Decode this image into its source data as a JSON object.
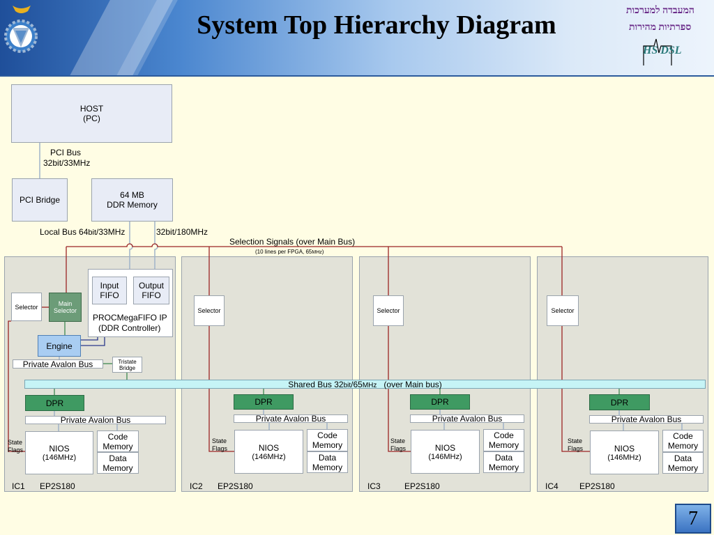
{
  "slide": {
    "title": "System Top Hierarchy Diagram",
    "page_number": "7",
    "lab_logo_lines": [
      "המעבדה למערכות",
      "ספרתיות מהירות",
      "HS DSL"
    ]
  },
  "host": {
    "line1": "HOST",
    "line2": "(PC)"
  },
  "pci_bus": {
    "line1": "PCI Bus",
    "line2": "32bit/33MHz"
  },
  "pci_bridge": "PCI Bridge",
  "ddr_memory": {
    "line1": "64 MB",
    "line2": "DDR Memory"
  },
  "local_bus": {
    "prefix": "Local Bus 64",
    "bit": "bit",
    "suffix": "/33MHz"
  },
  "ddr_bus": "32bit/180MHz",
  "selection_signals": {
    "label": "Selection Signals (over Main Bus)",
    "sub": "(10 lines per FPGA, 65",
    "sub_unit": "MHz",
    "sub_end": ")"
  },
  "fifo": {
    "input": {
      "line1": "Input",
      "line2": "FIFO"
    },
    "output": {
      "line1": "Output",
      "line2": "FIFO"
    },
    "ip": {
      "line1": "PROCMegaFIFO IP",
      "line2": "(DDR Controller)"
    }
  },
  "main_selector": {
    "line1": "Main",
    "line2": "Selector"
  },
  "engine": "Engine",
  "tristate_bridge": {
    "line1": "Tristate",
    "line2": "Bridge"
  },
  "shared_bus": {
    "label": "Shared Bus 32",
    "bit": "bit",
    "freq": "/65",
    "unit": "MHz",
    "suffix": "   (over Main bus)"
  },
  "ics": [
    {
      "id": "IC1",
      "chip": "EP2S180",
      "selector": "Selector",
      "private_bus": "Private Avalon Bus",
      "dpr": "DPR",
      "state_flags": {
        "line1": "State",
        "line2": "Flags"
      },
      "nios": {
        "name": "NIOS",
        "freq": "(146MHz)"
      },
      "code_memory": {
        "line1": "Code",
        "line2": "Memory"
      },
      "data_memory": {
        "line1": "Data",
        "line2": "Memory"
      }
    },
    {
      "id": "IC2",
      "chip": "EP2S180",
      "selector": "Selector",
      "private_bus": "Private Avalon Bus",
      "dpr": "DPR",
      "state_flags": {
        "line1": "State",
        "line2": "Flags"
      },
      "nios": {
        "name": "NIOS",
        "freq": "(146MHz)"
      },
      "code_memory": {
        "line1": "Code",
        "line2": "Memory"
      },
      "data_memory": {
        "line1": "Data",
        "line2": "Memory"
      }
    },
    {
      "id": "IC3",
      "chip": "EP2S180",
      "selector": "Selector",
      "private_bus": "Private Avalon Bus",
      "dpr": "DPR",
      "state_flags": {
        "line1": "State",
        "line2": "Flags"
      },
      "nios": {
        "name": "NIOS",
        "freq": "(146MHz)"
      },
      "code_memory": {
        "line1": "Code",
        "line2": "Memory"
      },
      "data_memory": {
        "line1": "Data",
        "line2": "Memory"
      }
    },
    {
      "id": "IC4",
      "chip": "EP2S180",
      "selector": "Selector",
      "private_bus": "Private Avalon Bus",
      "dpr": "DPR",
      "state_flags": {
        "line1": "State",
        "line2": "Flags"
      },
      "nios": {
        "name": "NIOS",
        "freq": "(146MHz)"
      },
      "code_memory": {
        "line1": "Code",
        "line2": "Memory"
      },
      "data_memory": {
        "line1": "Data",
        "line2": "Memory"
      }
    }
  ],
  "colors": {
    "selection_wire": "#9b2424",
    "data_wire": "#2b3a8a",
    "control_wire": "#3f8a52",
    "bus_wire": "#9fb3c9"
  }
}
